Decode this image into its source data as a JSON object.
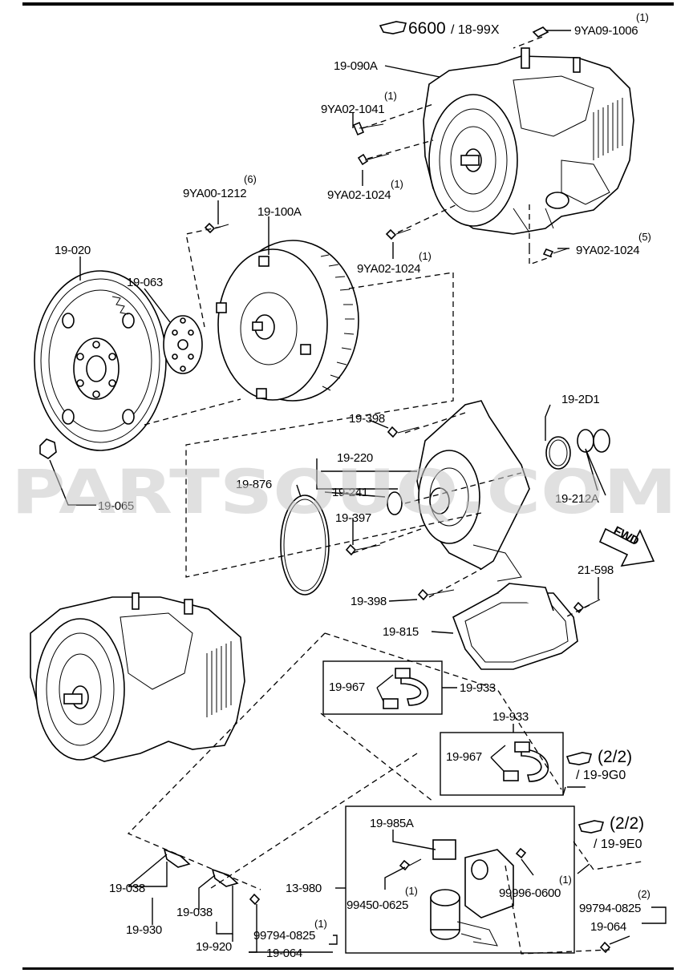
{
  "watermark": "PARTSOUQ.COM",
  "fwd_label": "FWD",
  "refs": {
    "top": {
      "page": "6600",
      "code": "/ 18-99X"
    },
    "right_a": {
      "page": "(2/2)",
      "code": "/ 19-9G0"
    },
    "right_b": {
      "page": "(2/2)",
      "code": "/ 19-9E0"
    }
  },
  "callouts": [
    {
      "id": "9ya09-1006",
      "text": "9YA09-1006",
      "qty": "(1)"
    },
    {
      "id": "19-090a",
      "text": "19-090A",
      "qty": ""
    },
    {
      "id": "9ya02-1041",
      "text": "9YA02-1041",
      "qty": "(1)"
    },
    {
      "id": "9ya02-1024-a",
      "text": "9YA02-1024",
      "qty": "(1)"
    },
    {
      "id": "9ya00-1212",
      "text": "9YA00-1212",
      "qty": "(6)"
    },
    {
      "id": "19-100a",
      "text": "19-100A",
      "qty": ""
    },
    {
      "id": "19-020",
      "text": "19-020",
      "qty": ""
    },
    {
      "id": "19-063",
      "text": "19-063",
      "qty": ""
    },
    {
      "id": "9ya02-1024-b",
      "text": "9YA02-1024",
      "qty": "(1)"
    },
    {
      "id": "9ya02-1024-c",
      "text": "9YA02-1024",
      "qty": "(5)"
    },
    {
      "id": "19-2d1",
      "text": "19-2D1",
      "qty": ""
    },
    {
      "id": "19-398-a",
      "text": "19-398",
      "qty": ""
    },
    {
      "id": "19-220",
      "text": "19-220",
      "qty": ""
    },
    {
      "id": "19-876",
      "text": "19-876",
      "qty": ""
    },
    {
      "id": "19-241",
      "text": "19-241",
      "qty": ""
    },
    {
      "id": "19-212a",
      "text": "19-212A",
      "qty": ""
    },
    {
      "id": "19-065",
      "text": "19-065",
      "qty": ""
    },
    {
      "id": "19-397",
      "text": "19-397",
      "qty": ""
    },
    {
      "id": "21-598",
      "text": "21-598",
      "qty": ""
    },
    {
      "id": "19-398-b",
      "text": "19-398",
      "qty": ""
    },
    {
      "id": "19-815",
      "text": "19-815",
      "qty": ""
    },
    {
      "id": "19-967-a",
      "text": "19-967",
      "qty": ""
    },
    {
      "id": "19-933-a",
      "text": "19-933",
      "qty": ""
    },
    {
      "id": "19-933-b",
      "text": "19-933",
      "qty": ""
    },
    {
      "id": "19-967-b",
      "text": "19-967",
      "qty": ""
    },
    {
      "id": "19-985a",
      "text": "19-985A",
      "qty": ""
    },
    {
      "id": "13-980",
      "text": "13-980",
      "qty": ""
    },
    {
      "id": "99450-0625",
      "text": "99450-0625",
      "qty": "(1)"
    },
    {
      "id": "99996-0600",
      "text": "99996-0600",
      "qty": "(1)"
    },
    {
      "id": "99794-0825-a",
      "text": "99794-0825",
      "qty": "(2)"
    },
    {
      "id": "19-064-a",
      "text": "19-064",
      "qty": ""
    },
    {
      "id": "19-038-a",
      "text": "19-038",
      "qty": ""
    },
    {
      "id": "19-930",
      "text": "19-930",
      "qty": ""
    },
    {
      "id": "19-038-b",
      "text": "19-038",
      "qty": ""
    },
    {
      "id": "19-920",
      "text": "19-920",
      "qty": ""
    },
    {
      "id": "99794-0825-b",
      "text": "99794-0825",
      "qty": "(1)"
    },
    {
      "id": "19-064-b",
      "text": "19-064",
      "qty": ""
    }
  ]
}
